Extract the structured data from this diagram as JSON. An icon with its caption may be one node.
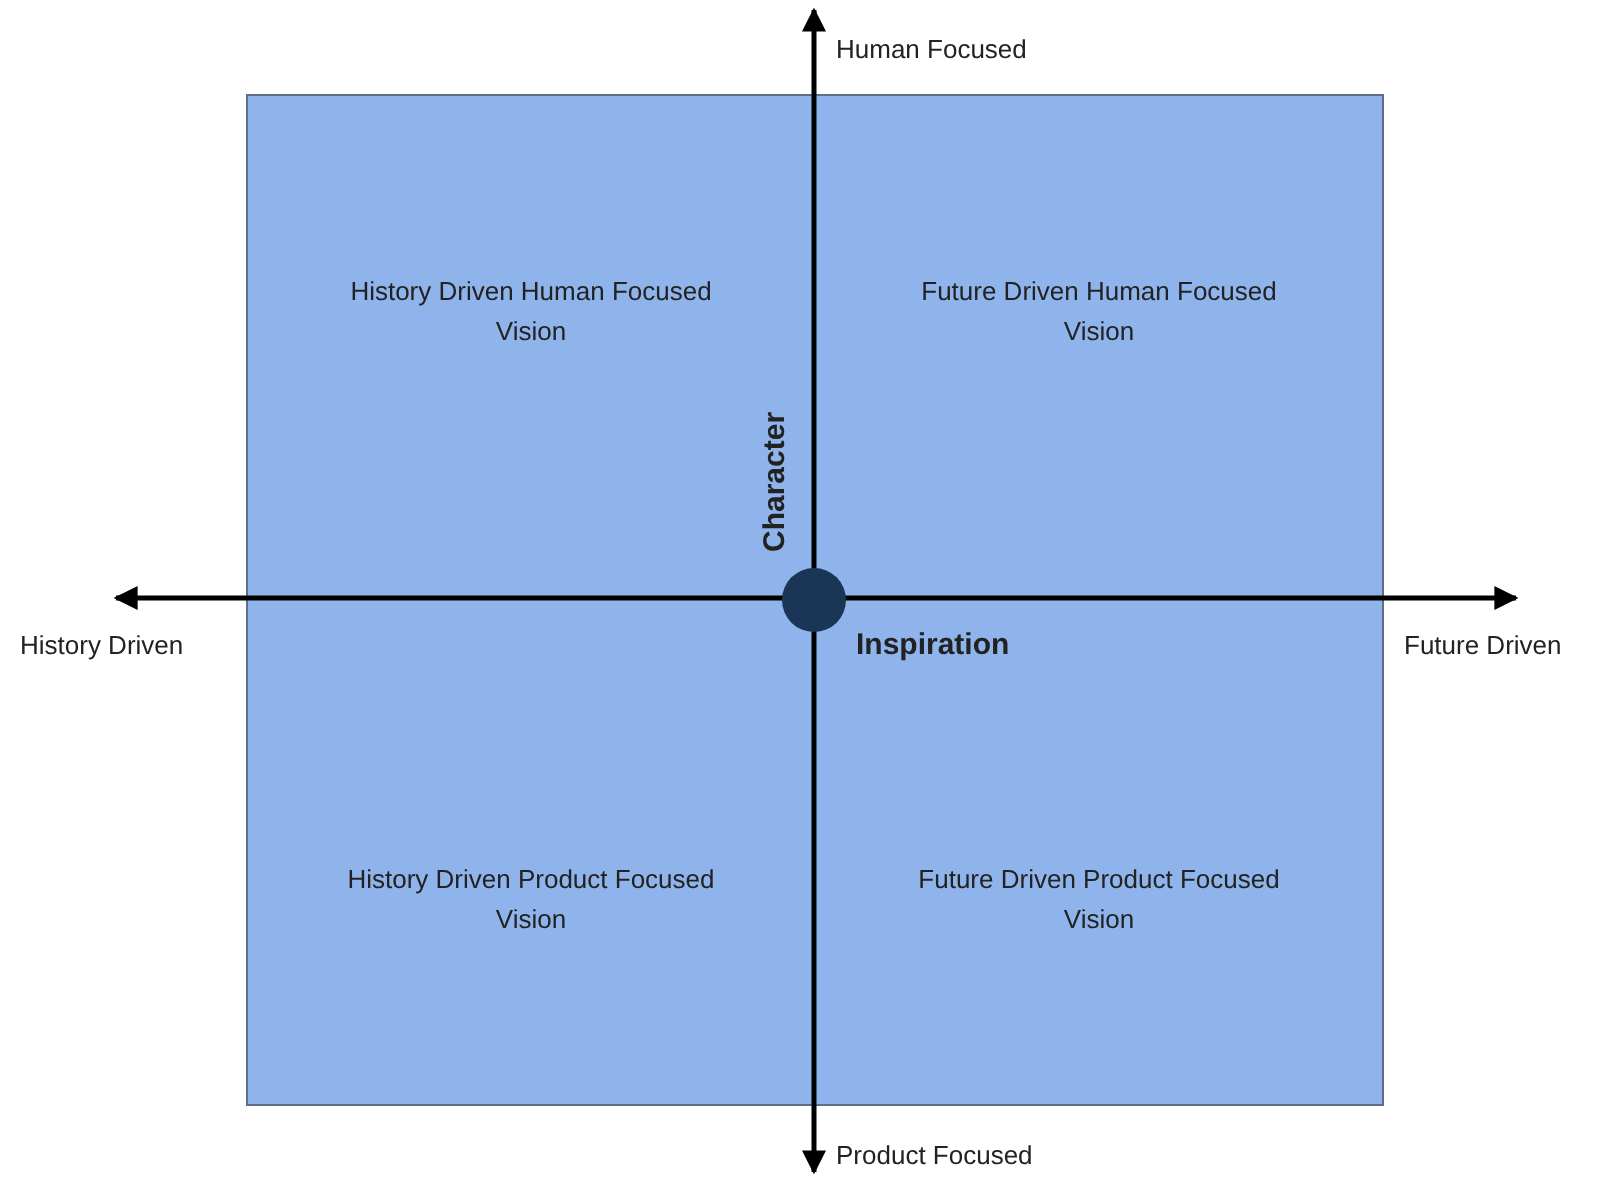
{
  "diagram": {
    "nodes": [
      {
        "text": [
          "History Driven Human Focused Vision"
        ]
      },
      {
        "text": [
          "Future Driven Human Focused Vision"
        ]
      },
      {
        "text": [
          "History Driven Product Focused Vision"
        ]
      },
      {
        "text": [
          "Future Driven Product Focused Vision"
        ]
      },
      {
        "text": [],
        "shape": "circle"
      }
    ],
    "labels": [
      "Human Focused",
      "Character",
      "History Driven",
      "Inspiration",
      "Future Driven",
      "Product Focused"
    ]
  }
}
